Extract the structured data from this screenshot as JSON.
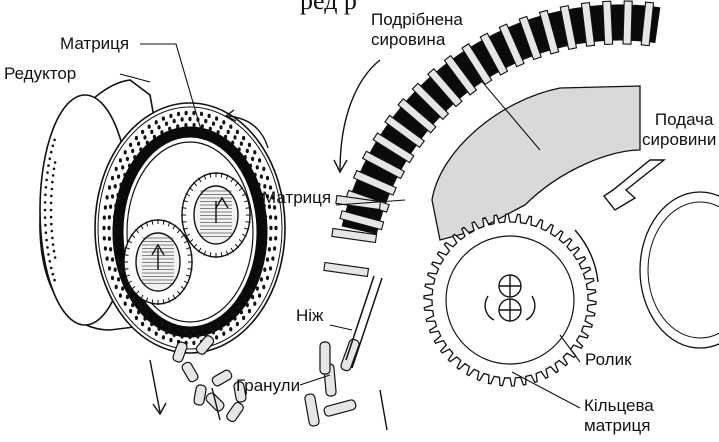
{
  "figure": {
    "caption_fragment": "ред         р",
    "labels": {
      "matrix_top": "Матриця",
      "reducer": "Редуктор",
      "crushed_material_line1": "Подрібнена",
      "crushed_material_line2": "сировина",
      "feed_line1": "Подача",
      "feed_line2": "сировини",
      "matrix_mid": "Матриця",
      "knife": "Ніж",
      "granules": "Гранули",
      "roller": "Ролик",
      "ring_matrix_line1": "Кільцева",
      "ring_matrix_line2": "матриця"
    }
  },
  "colors": {
    "ink": "#111111",
    "ring": "#0a0a0a",
    "material_fill": "#d9d9d9",
    "pellet_fill": "#e6e6e6",
    "paper": "#ffffff"
  }
}
